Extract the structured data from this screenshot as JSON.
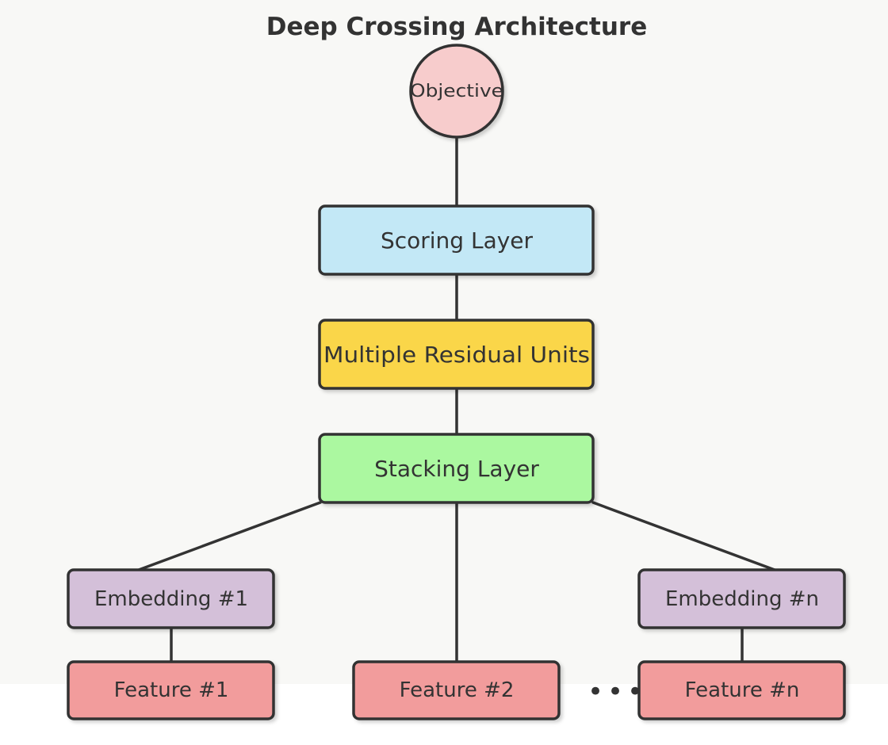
{
  "title": "Deep Crossing Architecture",
  "nodes": {
    "objective": {
      "label": "Objective",
      "fill": "#f7cccc"
    },
    "scoring": {
      "label": "Scoring Layer",
      "fill": "#c3e8f6"
    },
    "residual": {
      "label": "Multiple Residual Units",
      "fill": "#fad649"
    },
    "stacking": {
      "label": "Stacking Layer",
      "fill": "#abf8a0"
    },
    "embedding_1": {
      "label": "Embedding #1",
      "fill": "#d4c0d9"
    },
    "embedding_n": {
      "label": "Embedding #n",
      "fill": "#d4c0d9"
    },
    "feature_1": {
      "label": "Feature #1",
      "fill": "#f29c9c"
    },
    "feature_2": {
      "label": "Feature #2",
      "fill": "#f29c9c"
    },
    "feature_n": {
      "label": "Feature #n",
      "fill": "#f29c9c"
    }
  },
  "ellipsis": "•••",
  "edges": [
    [
      "objective",
      "scoring"
    ],
    [
      "scoring",
      "residual"
    ],
    [
      "residual",
      "stacking"
    ],
    [
      "stacking",
      "embedding_1"
    ],
    [
      "stacking",
      "feature_2"
    ],
    [
      "stacking",
      "embedding_n"
    ],
    [
      "embedding_1",
      "feature_1"
    ],
    [
      "embedding_n",
      "feature_n"
    ]
  ],
  "colors": {
    "stroke": "#333333",
    "background": "#f8f8f6"
  }
}
